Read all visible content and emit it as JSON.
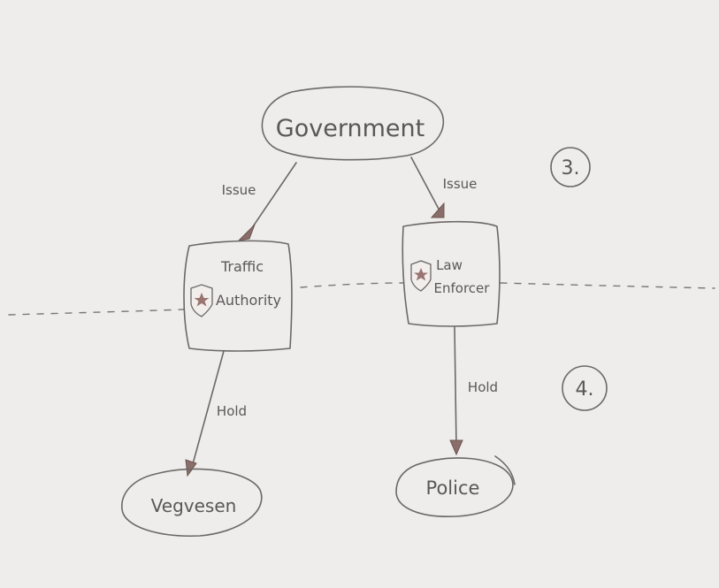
{
  "nodes": {
    "government": "Government",
    "traffic_authority_line1": "Traffic",
    "traffic_authority_line2": "Authority",
    "law_enforcer_line1": "Law",
    "law_enforcer_line2": "Enforcer",
    "vegvesen": "Vegvesen",
    "police": "Police"
  },
  "edges": {
    "issue_left": "Issue",
    "issue_right": "Issue",
    "hold_left": "Hold",
    "hold_right": "Hold"
  },
  "markers": {
    "step_3": "3.",
    "step_4": "4."
  },
  "colors": {
    "paper": "#efedeb",
    "ink": "#6b6866",
    "arrowhead": "#8a6e6a"
  },
  "icons": {
    "badge": "shield-star-icon"
  }
}
